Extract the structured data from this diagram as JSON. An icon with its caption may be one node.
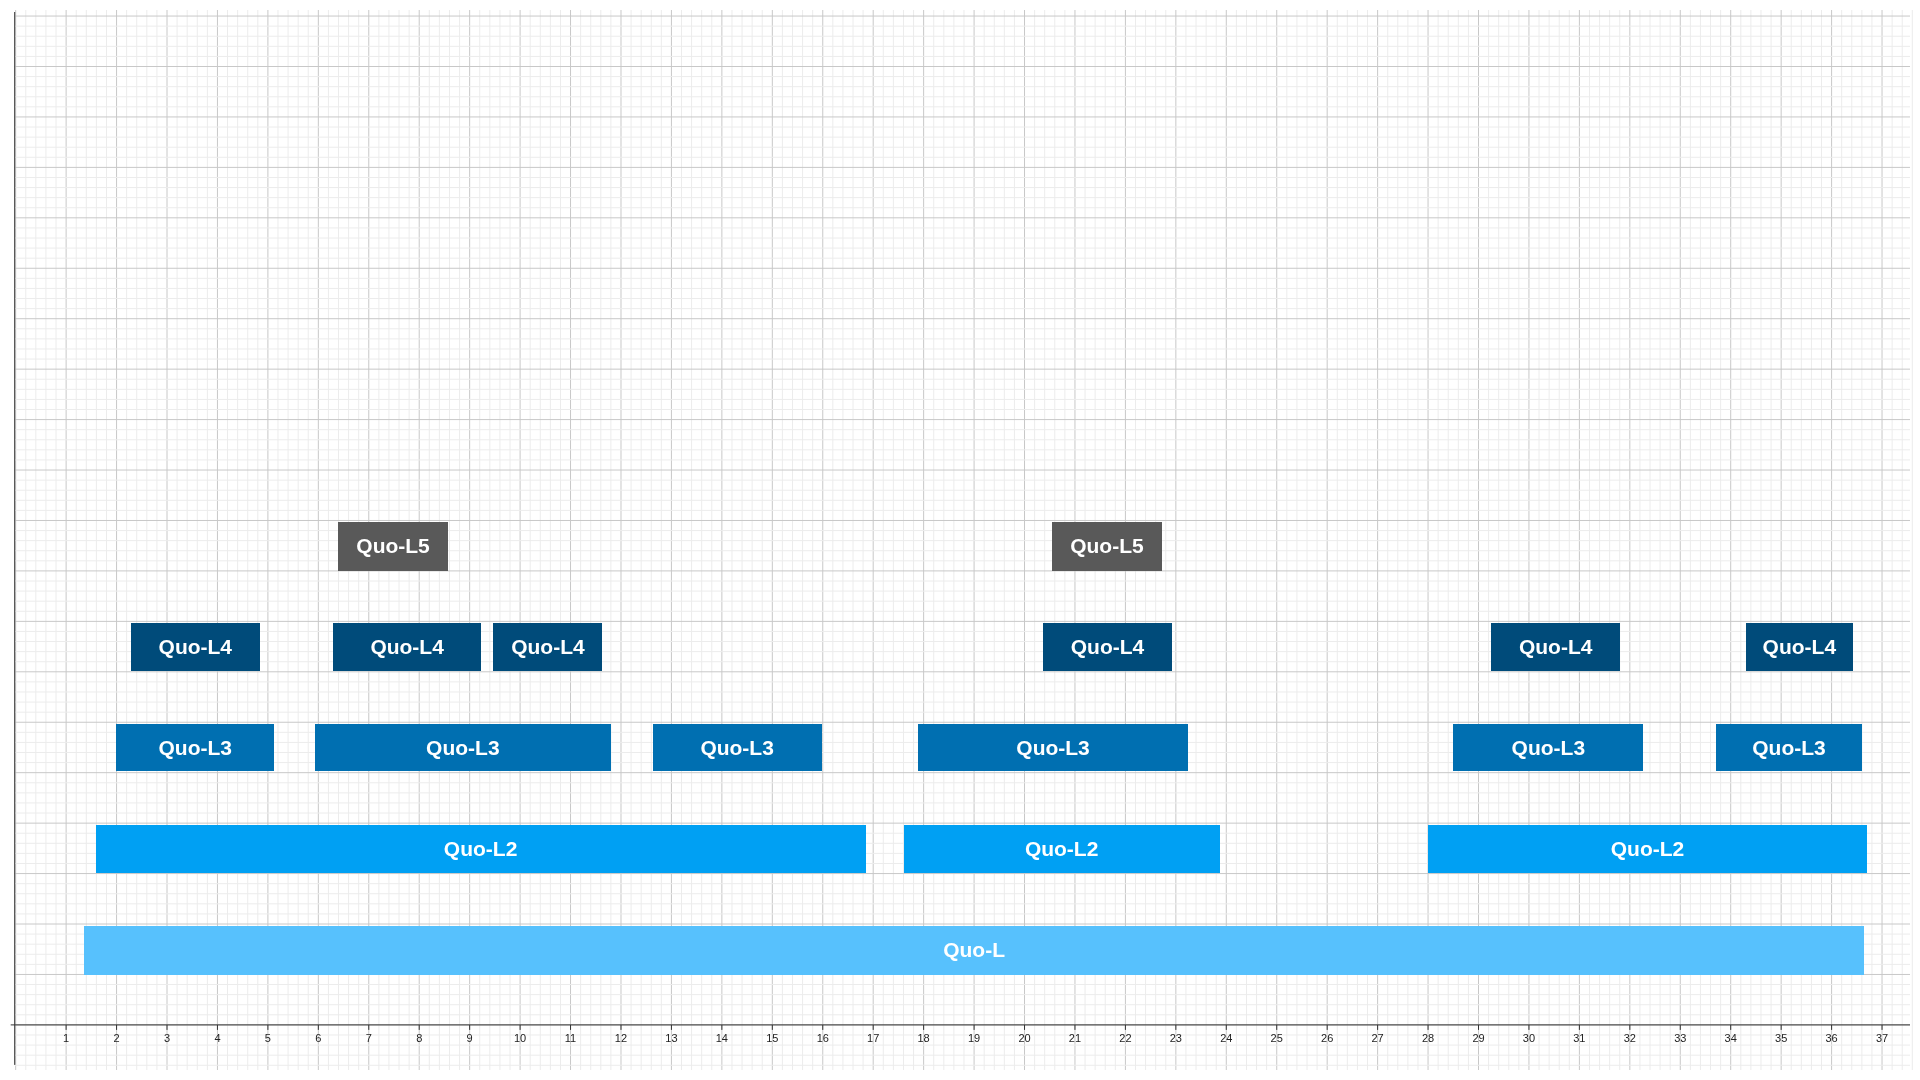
{
  "diagram": {
    "nodes": [
      {
        "text": [
          "Quo-L5"
        ]
      },
      {
        "text": [
          "Quo-L5"
        ]
      },
      {
        "text": [
          "Quo-L4"
        ]
      },
      {
        "text": [
          "Quo-L4"
        ]
      },
      {
        "text": [
          "Quo-L4"
        ]
      },
      {
        "text": [
          "Quo-L4"
        ]
      },
      {
        "text": [
          "Quo-L4"
        ]
      },
      {
        "text": [
          "Quo-L4"
        ]
      },
      {
        "text": [
          "Quo-L3"
        ]
      },
      {
        "text": [
          "Quo-L3"
        ]
      },
      {
        "text": [
          "Quo-L3"
        ]
      },
      {
        "text": [
          "Quo-L3"
        ]
      },
      {
        "text": [
          "Quo-L3"
        ]
      },
      {
        "text": [
          "Quo-L3"
        ]
      },
      {
        "text": [
          "Quo-L2"
        ]
      },
      {
        "text": [
          "Quo-L2"
        ]
      },
      {
        "text": [
          "Quo-L2"
        ]
      },
      {
        "text": [
          "Quo-L"
        ]
      }
    ],
    "labels": [
      "1",
      "2",
      "3",
      "4",
      "5",
      "6",
      "7",
      "8",
      "9",
      "10",
      "11",
      "12",
      "13",
      "14",
      "15",
      "16",
      "17",
      "18",
      "19",
      "20",
      "21",
      "22",
      "23",
      "24",
      "25",
      "26",
      "27",
      "28",
      "29",
      "30",
      "31",
      "32",
      "33",
      "34",
      "35",
      "36",
      "37"
    ]
  }
}
